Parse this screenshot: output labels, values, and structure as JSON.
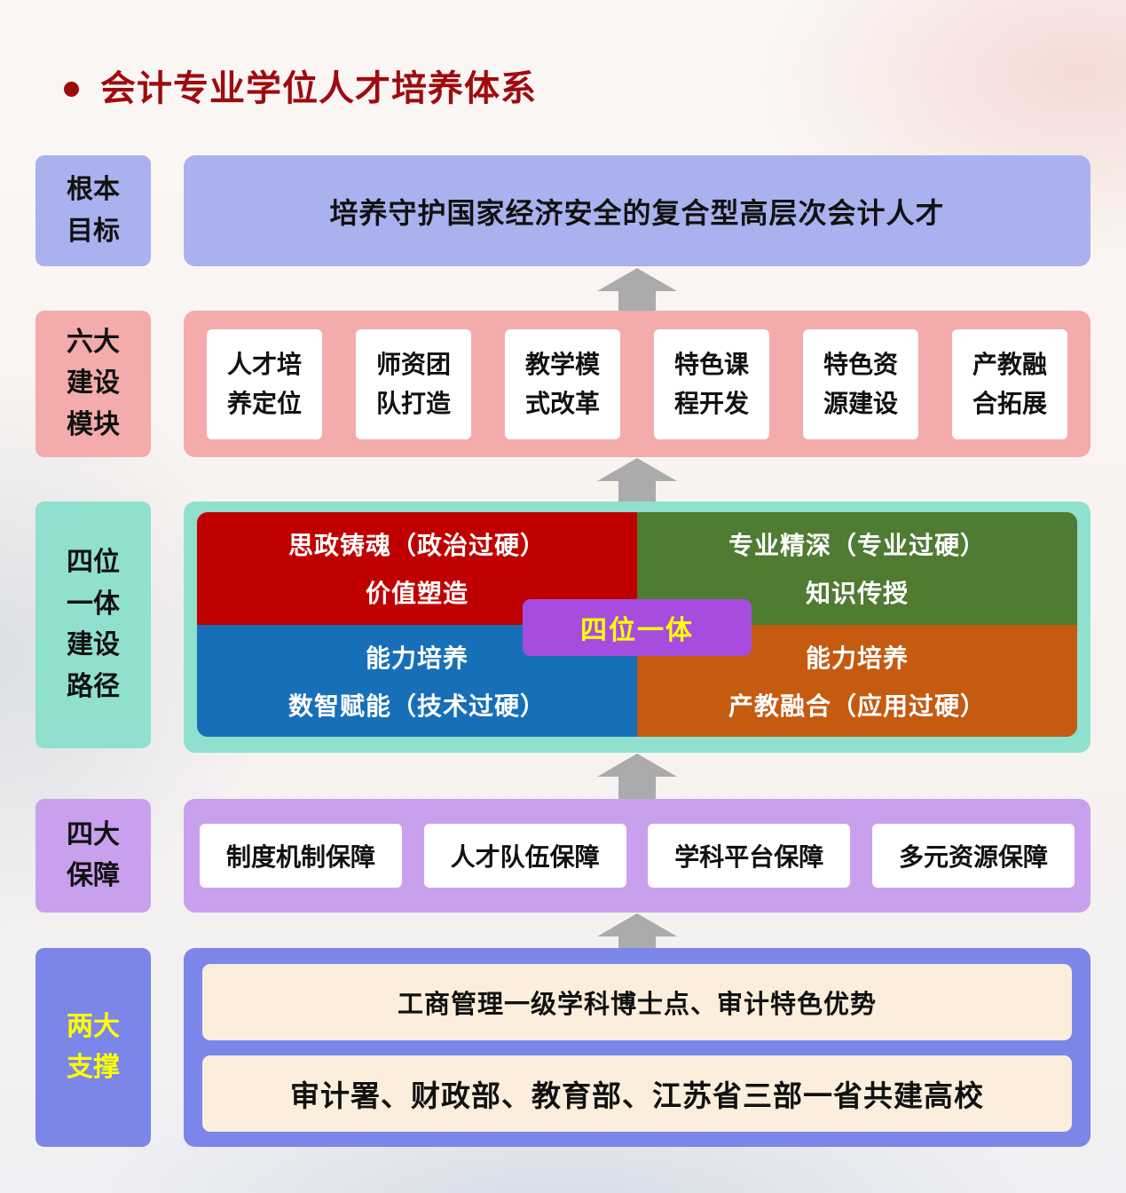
{
  "title": "会计专业学位人才培养体系",
  "colors": {
    "title_red": "#9E0B0F",
    "goal_fill": "#A9B2EE",
    "modules_fill": "#F4ABAB",
    "path_fill": "#8FE0CF",
    "quadrant_red": "#C00000",
    "quadrant_green": "#4F7B33",
    "quadrant_blue": "#176FB8",
    "quadrant_orange": "#C55A11",
    "center_purple": "#A64DE0",
    "center_text_yellow": "#FFFF00",
    "guarantee_fill": "#C9A0EE",
    "support_fill": "#7B86E8",
    "support_box_fill": "#FBEEDC",
    "arrow_gray": "#ABABAB"
  },
  "sections": {
    "goal": {
      "label": "根本\n目标",
      "text": "培养守护国家经济安全的复合型高层次会计人才"
    },
    "modules": {
      "label": "六大\n建设\n模块",
      "items": [
        "人才培\n养定位",
        "师资团\n队打造",
        "教学模\n式改革",
        "特色课\n程开发",
        "特色资\n源建设",
        "产教融\n合拓展"
      ]
    },
    "path": {
      "label": "四位\n一体\n建设\n路径",
      "center": "四位一体",
      "quadrants": {
        "ideology": {
          "line1": "思政铸魂（政治过硬）",
          "line2": "价值塑造"
        },
        "professional": {
          "line1": "专业精深（专业过硬）",
          "line2": "知识传授"
        },
        "digital": {
          "line1": "能力培养",
          "line2": "数智赋能（技术过硬）"
        },
        "industry": {
          "line1": "能力培养",
          "line2": "产教融合（应用过硬）"
        }
      }
    },
    "guarantees": {
      "label": "四大\n保障",
      "items": [
        "制度机制保障",
        "人才队伍保障",
        "学科平台保障",
        "多元资源保障"
      ]
    },
    "supports": {
      "label": "两大\n支撑",
      "items": [
        "工商管理一级学科博士点、审计特色优势",
        "审计署、财政部、教育部、江苏省三部一省共建高校"
      ]
    }
  }
}
